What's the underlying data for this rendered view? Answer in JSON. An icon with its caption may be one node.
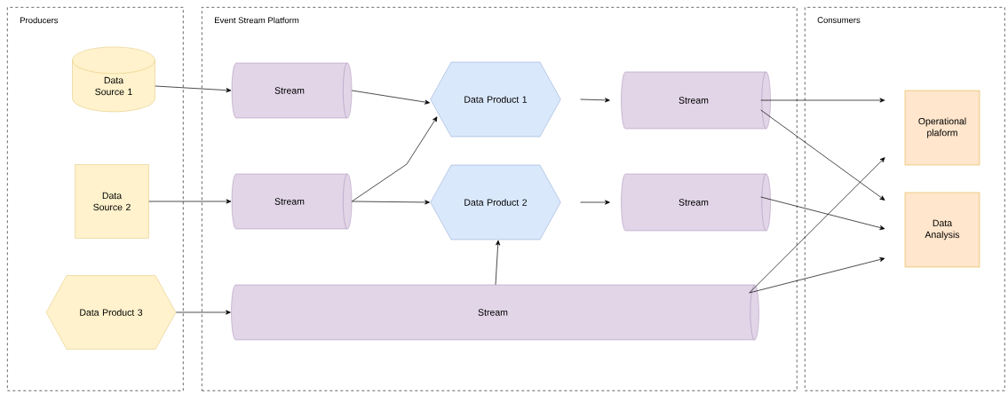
{
  "diagram": {
    "nodes": [
      {
        "text": [
          "Producers"
        ]
      },
      {
        "text": [
          "Event Stream Platform"
        ]
      },
      {
        "text": [
          "Consumers"
        ]
      },
      {
        "text": [
          "Data Source 1"
        ],
        "in": 0
      },
      {
        "text": [
          "Data Source 2"
        ],
        "in": 0
      },
      {
        "text": [
          "Data Product 3"
        ],
        "in": 0
      },
      {
        "text": [
          "Stream"
        ],
        "in": 1
      },
      {
        "text": [
          "Stream"
        ],
        "in": 1
      },
      {
        "text": [
          "Data Product 1"
        ],
        "in": 1
      },
      {
        "text": [
          "Data Product 2"
        ],
        "in": 1
      },
      {
        "text": [
          "Stream"
        ],
        "in": 1
      },
      {
        "text": [
          "Stream"
        ],
        "in": 1
      },
      {
        "text": [
          "Stream"
        ],
        "in": 1
      },
      {
        "text": [
          "Operational plaform"
        ],
        "in": 2
      },
      {
        "text": [
          "Data Analysis"
        ],
        "in": 2
      }
    ],
    "edges": [
      {
        "from": 3,
        "to": 6,
        "arrow": "to"
      },
      {
        "from": 4,
        "to": 7,
        "arrow": "to"
      },
      {
        "from": 5,
        "to": 12,
        "arrow": "to"
      },
      {
        "from": 6,
        "to": 8,
        "arrow": "to"
      },
      {
        "from": 7,
        "to": 8,
        "arrow": "to"
      },
      {
        "from": 7,
        "to": 9,
        "arrow": "to"
      },
      {
        "from": 12,
        "to": 9,
        "arrow": "to"
      },
      {
        "from": 8,
        "to": 10,
        "arrow": "to"
      },
      {
        "from": 9,
        "to": 11,
        "arrow": "to"
      },
      {
        "from": 10,
        "to": 13,
        "arrow": "to"
      },
      {
        "from": 10,
        "to": 14,
        "arrow": "to"
      },
      {
        "from": 11,
        "to": 14,
        "arrow": "to"
      },
      {
        "from": 12,
        "to": 13,
        "arrow": "to"
      },
      {
        "from": 12,
        "to": 14,
        "arrow": "to"
      }
    ]
  }
}
